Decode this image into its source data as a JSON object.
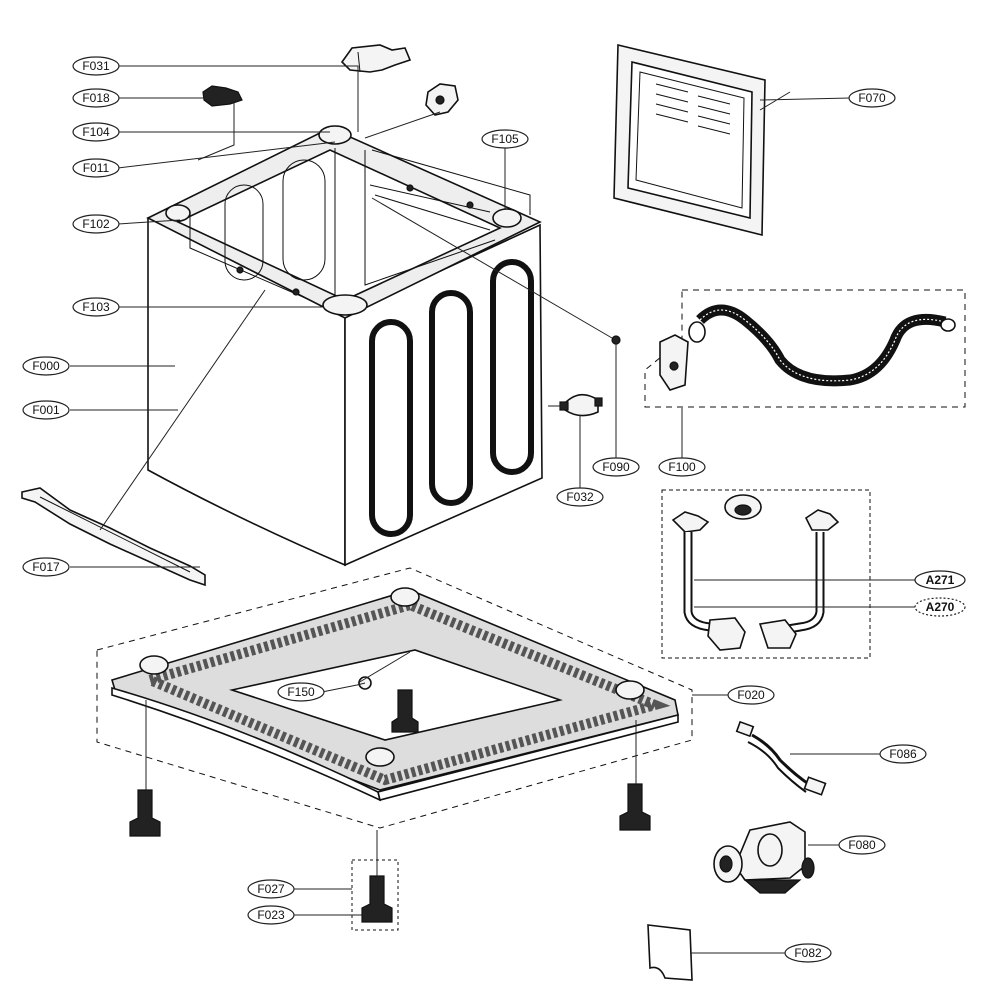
{
  "labels": [
    {
      "id": "F031",
      "text": "F031"
    },
    {
      "id": "F018",
      "text": "F018"
    },
    {
      "id": "F104",
      "text": "F104"
    },
    {
      "id": "F011",
      "text": "F011"
    },
    {
      "id": "F105",
      "text": "F105"
    },
    {
      "id": "F102",
      "text": "F102"
    },
    {
      "id": "F103",
      "text": "F103"
    },
    {
      "id": "F000",
      "text": "F000"
    },
    {
      "id": "F001",
      "text": "F001"
    },
    {
      "id": "F017",
      "text": "F017"
    },
    {
      "id": "F070",
      "text": "F070"
    },
    {
      "id": "F090",
      "text": "F090"
    },
    {
      "id": "F100",
      "text": "F100"
    },
    {
      "id": "F032",
      "text": "F032"
    },
    {
      "id": "A271",
      "text": "A271"
    },
    {
      "id": "A270",
      "text": "A270"
    },
    {
      "id": "F150",
      "text": "F150"
    },
    {
      "id": "F020",
      "text": "F020"
    },
    {
      "id": "F086",
      "text": "F086"
    },
    {
      "id": "F080",
      "text": "F080"
    },
    {
      "id": "F027",
      "text": "F027"
    },
    {
      "id": "F023",
      "text": "F023"
    },
    {
      "id": "F082",
      "text": "F082"
    }
  ]
}
